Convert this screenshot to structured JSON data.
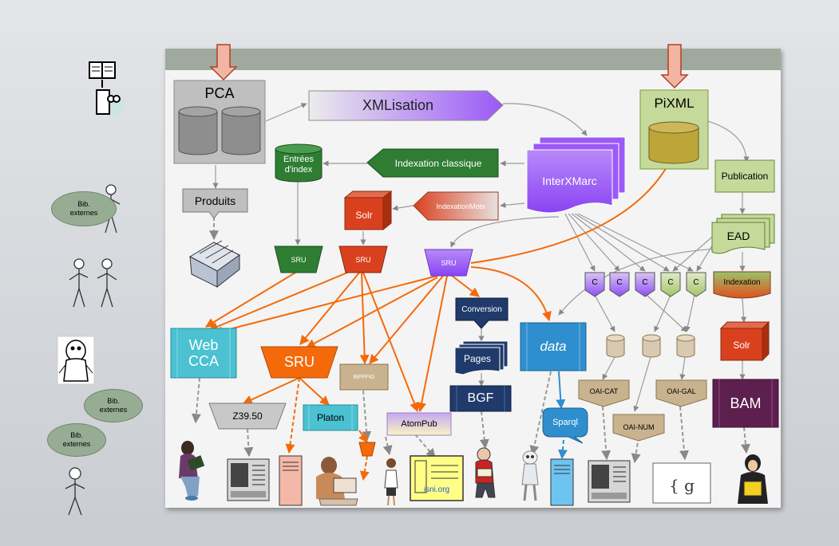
{
  "nodes": {
    "pca": "PCA",
    "xmlisation": "XMLisation",
    "pixml": "PiXML",
    "entrees_index": [
      "Entrées",
      "d'index"
    ],
    "indexation_classique": "Indexation classique",
    "interxmarc": "InterXMarc",
    "publication": "Publication",
    "produits": "Produits",
    "solr_top": "Solr",
    "indexation_mots": "IndexationMots",
    "ead": "EAD",
    "sru_left": "SRU",
    "sru_mid": "SRU",
    "sru_right": "SRU",
    "c_boxes": [
      "C",
      "C",
      "C",
      "C",
      "C"
    ],
    "indexation": "Indexation",
    "conversion": "Conversion",
    "pages": "Pages",
    "bgf": "BGF",
    "data": "data",
    "web_cca": [
      "Web",
      "CCA"
    ],
    "sru_big": "SRU",
    "bpfig": "BiPFFIG",
    "solr_right": "Solr",
    "bam": "BAM",
    "z3950": "Z39.50",
    "platon": "Platon",
    "atompub": "AtomPub",
    "sparql": "Sparql",
    "oai_cat": "OAI-CAT",
    "oai_gal": "OAI-GAL",
    "oai_num": "OAI-NUM",
    "isni": "isni.org",
    "g_logo": "{ g"
  },
  "bubbles": [
    [
      "Bib.",
      "externes"
    ],
    [
      "Bib.",
      "externes"
    ],
    [
      "Bib.",
      "externes"
    ]
  ],
  "colors": {
    "slide_bar": "#9fa99e",
    "pca_gray": "#bfbfbf",
    "purple": "#9b59f7",
    "green_dark": "#2e7d32",
    "olive": "#c5d99a",
    "red_solr": "#d9411e",
    "navy": "#1f3a6b",
    "cyan": "#4bc1d2",
    "orange": "#f46a0a",
    "tan": "#c9b38e",
    "blue_data": "#2f8fce",
    "plum": "#5d1f4e"
  }
}
